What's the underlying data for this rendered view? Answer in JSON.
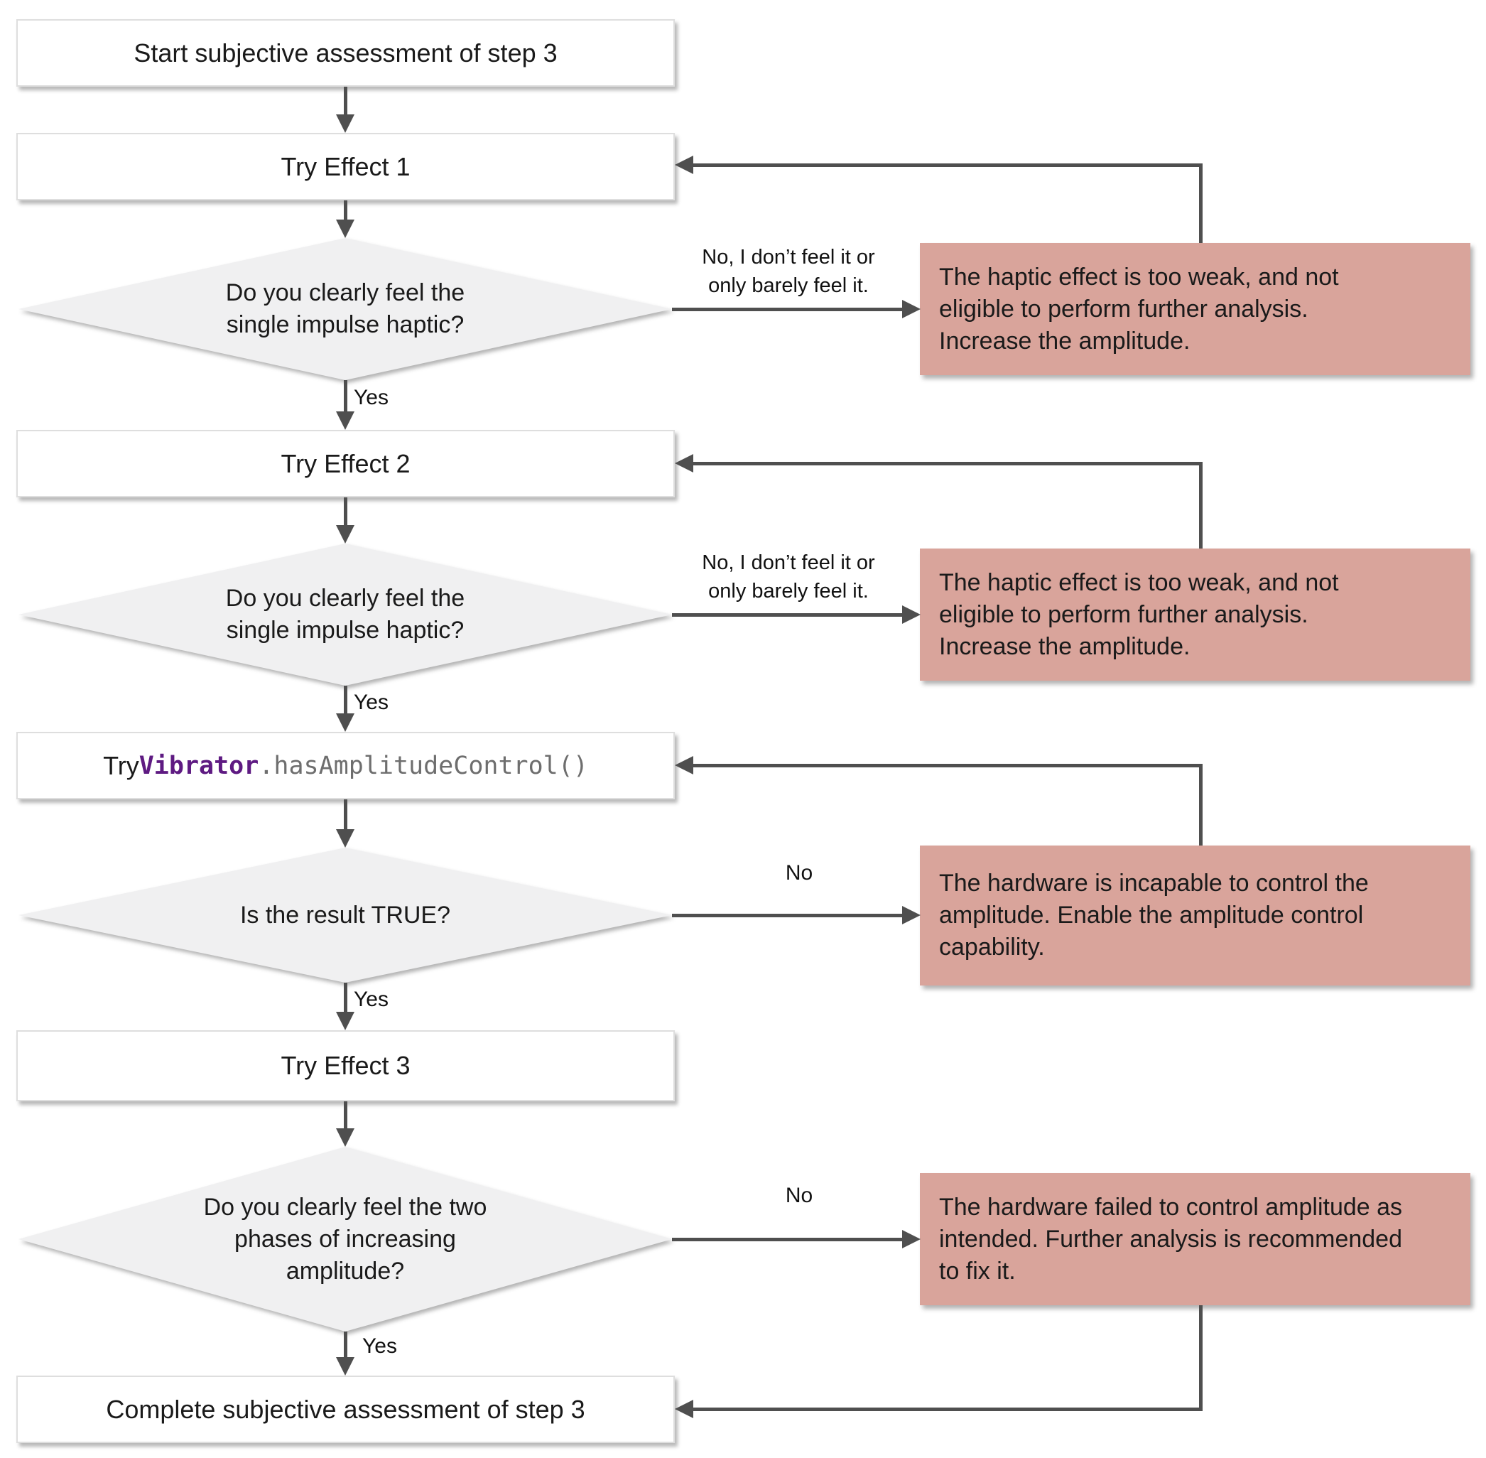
{
  "flowchart": {
    "nodes": {
      "start": {
        "label": "Start subjective assessment of step 3"
      },
      "try_effect_1": {
        "label": "Try Effect 1"
      },
      "decision_impulse_1": {
        "label": "Do you clearly feel the\nsingle impulse haptic?"
      },
      "warning_weak_1": {
        "label": "The haptic effect is too weak, and not\neligible to perform further analysis.\nIncrease the amplitude."
      },
      "try_effect_2": {
        "label": "Try Effect 2"
      },
      "decision_impulse_2": {
        "label": "Do you clearly feel the\nsingle impulse haptic?"
      },
      "warning_weak_2": {
        "label": "The haptic effect is too weak, and not\neligible to perform further analysis.\nIncrease the amplitude."
      },
      "try_amplitude_control": {
        "prefix": "Try ",
        "class_name": "Vibrator",
        "method": ".hasAmplitudeControl()"
      },
      "decision_result_true": {
        "label": "Is the result TRUE?"
      },
      "warning_incapable": {
        "label": "The hardware is incapable to control the\namplitude. Enable the amplitude control\ncapability."
      },
      "try_effect_3": {
        "label": "Try Effect 3"
      },
      "decision_two_phases": {
        "label": "Do you clearly feel the two\nphases of increasing\namplitude?"
      },
      "warning_failed": {
        "label": "The hardware failed to control amplitude as\nintended. Further analysis is recommended\nto fix it."
      },
      "complete": {
        "label": "Complete subjective assessment of step 3"
      }
    },
    "edge_labels": {
      "no_feel_1": "No, I don’t feel it or\nonly barely feel it.",
      "no_feel_2": "No, I don’t feel it or\nonly barely feel it.",
      "yes_1": "Yes",
      "yes_2": "Yes",
      "yes_3": "Yes",
      "yes_4": "Yes",
      "no_1": "No",
      "no_2": "No"
    },
    "colors": {
      "warning_fill": "#d9a49b",
      "decision_fill": "#f0f0f1",
      "process_fill": "#ffffff",
      "edge": "#4f4f4f",
      "code_class": "#5e1a82",
      "code_method": "#6e6e6e"
    }
  }
}
